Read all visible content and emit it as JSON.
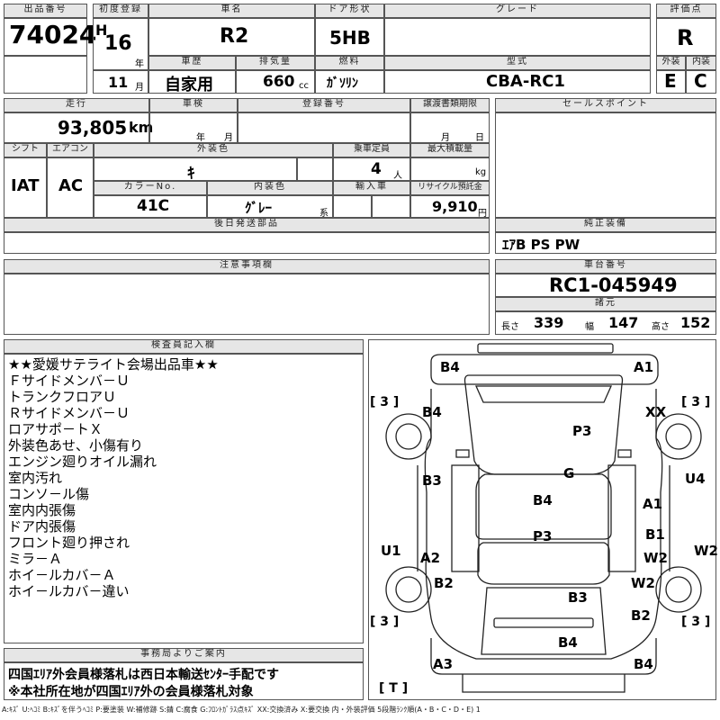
{
  "header": {
    "lot_no_label": "出品番号",
    "lot_no": "74024",
    "first_reg_label": "初度登録",
    "era": "H",
    "year": "16",
    "year_unit": "年",
    "month": "11",
    "month_unit": "月",
    "car_name_label": "車名",
    "car_name": "R2",
    "door_label": "ドア形状",
    "door": "5HB",
    "grade_label": "グレード",
    "grade": "",
    "score_label": "評価点",
    "score": "R",
    "history_label": "車歴",
    "history": "自家用",
    "displacement_label": "排気量",
    "displacement": "660",
    "displacement_unit": "cc",
    "fuel_label": "燃料",
    "fuel": "ｶﾞｿﾘﾝ",
    "model_label": "型式",
    "model": "CBA-RC1",
    "ext_label": "外装",
    "ext_grade": "E",
    "int_label": "内装",
    "int_grade": "C"
  },
  "mid": {
    "mileage_label": "走行",
    "mileage": "93,805",
    "mileage_unit": "km",
    "inspection_label": "車検",
    "insp_year_unit": "年",
    "insp_month_unit": "月",
    "reg_no_label": "登録番号",
    "transfer_label": "譲渡書類期限",
    "transfer_month_unit": "月",
    "transfer_day_unit": "日",
    "shift_label": "シフト",
    "shift": "IAT",
    "ac_label": "エアコン",
    "ac": "AC",
    "ext_color_label": "外装色",
    "ext_color": "ｷ",
    "capacity_label": "乗車定員",
    "capacity": "4",
    "capacity_unit": "人",
    "load_label": "最大積載量",
    "load_unit": "kg",
    "color_no_label": "カラーNo.",
    "color_no": "41C",
    "int_color_label": "内装色",
    "int_color": "ｸﾞﾚｰ",
    "int_color_unit": "系",
    "import_label": "輸入車",
    "recycle_label": "リサイクル預託金",
    "recycle": "9,910",
    "recycle_unit": "円",
    "later_parts_label": "後日発送部品",
    "sales_point_label": "セールスポイント",
    "equip_label": "純正装備",
    "equip": "ｴｱB PS PW",
    "notice_label": "注意事項欄",
    "chassis_label": "車台番号",
    "chassis": "RC1-045949",
    "spec_label": "諸元",
    "length_label": "長さ",
    "length": "339",
    "width_label": "幅",
    "width": "147",
    "height_label": "高さ",
    "height": "152"
  },
  "inspector": {
    "label": "検査員記入欄",
    "lines": [
      "★★愛媛サテライト会場出品車★★",
      "Ｆサイドメンバ－Ｕ",
      "トランクフロアＵ",
      "Ｒサイドメンバ－Ｕ",
      "ロアサポ－トＸ",
      "外装色あせ、小傷有り",
      "エンジン廻りオイル漏れ",
      "室内汚れ",
      "コンソ－ル傷",
      "室内内張傷",
      "ドア内張傷",
      "フロント廻り押され",
      "ミラ－Ａ",
      "ホイ－ルカバ－Ａ",
      "ホイ－ルカバ－違い"
    ]
  },
  "office": {
    "label": "事務局よりご案内",
    "lines": [
      "四国ｴﾘｱ外会員様落札は西日本輸送ｾﾝﾀｰ手配です",
      "※本社所在地が四国ｴﾘｱ外の会員様落札対象"
    ]
  },
  "diagram": {
    "marks": [
      "B4",
      "A1",
      "B4",
      "XX",
      "P3",
      "G",
      "B3",
      "U4",
      "B4",
      "A1",
      "P3",
      "B1",
      "U1",
      "A2",
      "W2",
      "W2",
      "B2",
      "W2",
      "B3",
      "B2",
      "B4",
      "A3",
      "B4"
    ],
    "brackets": [
      "[ 3 ]",
      "[ 3 ]",
      "[ 3 ]",
      "[ 3 ]",
      "[ T ]"
    ]
  },
  "legend": "A:ｷｽﾞ U:ﾍｺﾐ B:ｷｽﾞを伴うﾍｺﾐ P:要塗装 W:補修跡 S:錆 C:腐食 G:ﾌﾛﾝﾄｶﾞﾗｽ点ｷｽﾞ XX:交換済み X:要交換  内・外装評価  5段階ﾗﾝｸ順(A・B・C・D・E) 1"
}
